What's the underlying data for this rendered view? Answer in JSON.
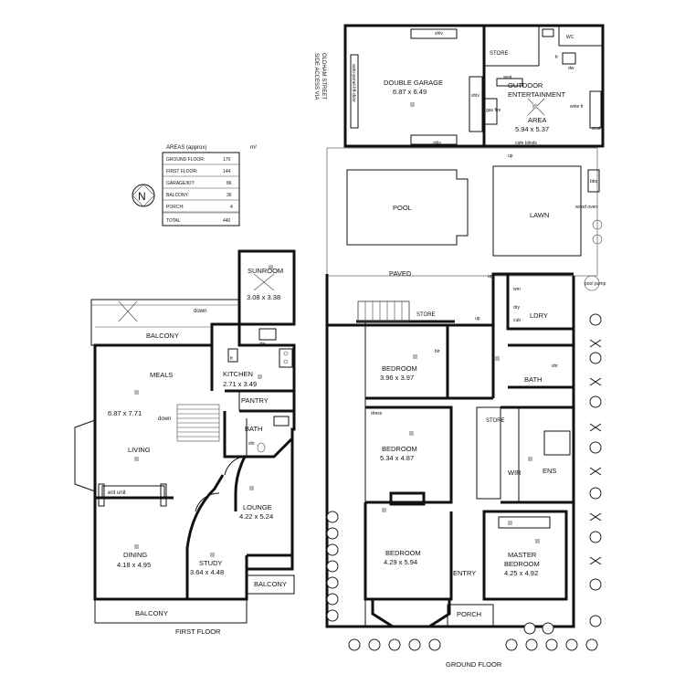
{
  "areas": {
    "title": "AREAS (approx)",
    "unit": "m²",
    "rows": [
      {
        "label": "GROUND FLOOR:",
        "value": "170"
      },
      {
        "label": "FIRST FLOOR:",
        "value": "144"
      },
      {
        "label": "GARAGE/KIT:",
        "value": "86"
      },
      {
        "label": "BALCONY:",
        "value": "36"
      },
      {
        "label": "PORCH:",
        "value": "4"
      },
      {
        "label": "TOTAL",
        "value": "440"
      }
    ]
  },
  "compass": {
    "letter": "N"
  },
  "street": {
    "line1": "SIDE ACCESS VIA",
    "line2": "OLDHAM STREET"
  },
  "floors": {
    "first": "FIRST FLOOR",
    "ground": "GROUND FLOOR"
  },
  "first_floor": {
    "sunroom": {
      "name": "SUNROOM",
      "size": "3.08 x 3.38"
    },
    "balcony_top": "BALCONY",
    "meals": "MEALS",
    "meals_size": "6.87 x 7.71",
    "living": "LIVING",
    "kitchen": {
      "name": "KITCHEN",
      "size": "2.71 x 3.49"
    },
    "pantry": "PANTRY",
    "bath": "BATH",
    "shr": "shr",
    "fr": "fr",
    "dw": "dw",
    "down1": "down",
    "down2": "down",
    "ent_unit": "ent unit",
    "lounge": {
      "name": "LOUNGE",
      "size": "4.22 x 5.24"
    },
    "dining": {
      "name": "DINING",
      "size": "4.18 x 4.95"
    },
    "study": {
      "name": "STUDY",
      "size": "3.64 x 4.48"
    },
    "balcony_right": "BALCONY",
    "balcony_bottom": "BALCONY"
  },
  "ground_floor": {
    "garage": {
      "name": "DOUBLE GARAGE",
      "size": "6.87 x 6.49"
    },
    "auto_door": "auto-panel-lift-door",
    "shlv_top": "shlv",
    "shlv_bottom": "shlv",
    "shlv_side": "shlv",
    "store_top": "STORE",
    "seat_top": "seat",
    "seat_side": "seat",
    "gas_fire": "gas fire",
    "wc": "WC",
    "dw": "dw",
    "fr": "fr",
    "wine_fr": "wine fr",
    "outdoor": {
      "line1": "OUTDOOR",
      "line2": "ENTERTAINMENT",
      "line3": "AREA",
      "size": "5.94 x 5.37"
    },
    "cafe_blinds": "cafe blinds",
    "up1": "up",
    "up2": "up",
    "up3": "up",
    "bbq": "bbq",
    "wood_oven": "wood oven",
    "pool": "POOL",
    "lawn": "LAWN",
    "paved": "PAVED",
    "pool_pump": "pool pump",
    "store_mid": "STORE",
    "wm": "wm",
    "dry": "dry",
    "ldry": "LDRY",
    "cub": "cub",
    "shr": "shr",
    "bath": "BATH",
    "bedroom1": {
      "name": "BEDROOM",
      "size": "3.96 x 3.97"
    },
    "bir": "bir",
    "dress": "dress",
    "bedroom2": {
      "name": "BEDROOM",
      "size": "5.34 x 4.87"
    },
    "store_hall": "STORE",
    "wir": "WIR",
    "ens": "ENS",
    "bedroom3": {
      "name": "BEDROOM",
      "size": "4.29 x 5.94"
    },
    "master": {
      "line1": "MASTER",
      "line2": "BEDROOM",
      "size": "4.25 x 4.92"
    },
    "entry": "ENTRY",
    "porch": "PORCH"
  },
  "colors": {
    "ink": "#111111",
    "marker": "#b8b8b8",
    "background": "#ffffff"
  }
}
